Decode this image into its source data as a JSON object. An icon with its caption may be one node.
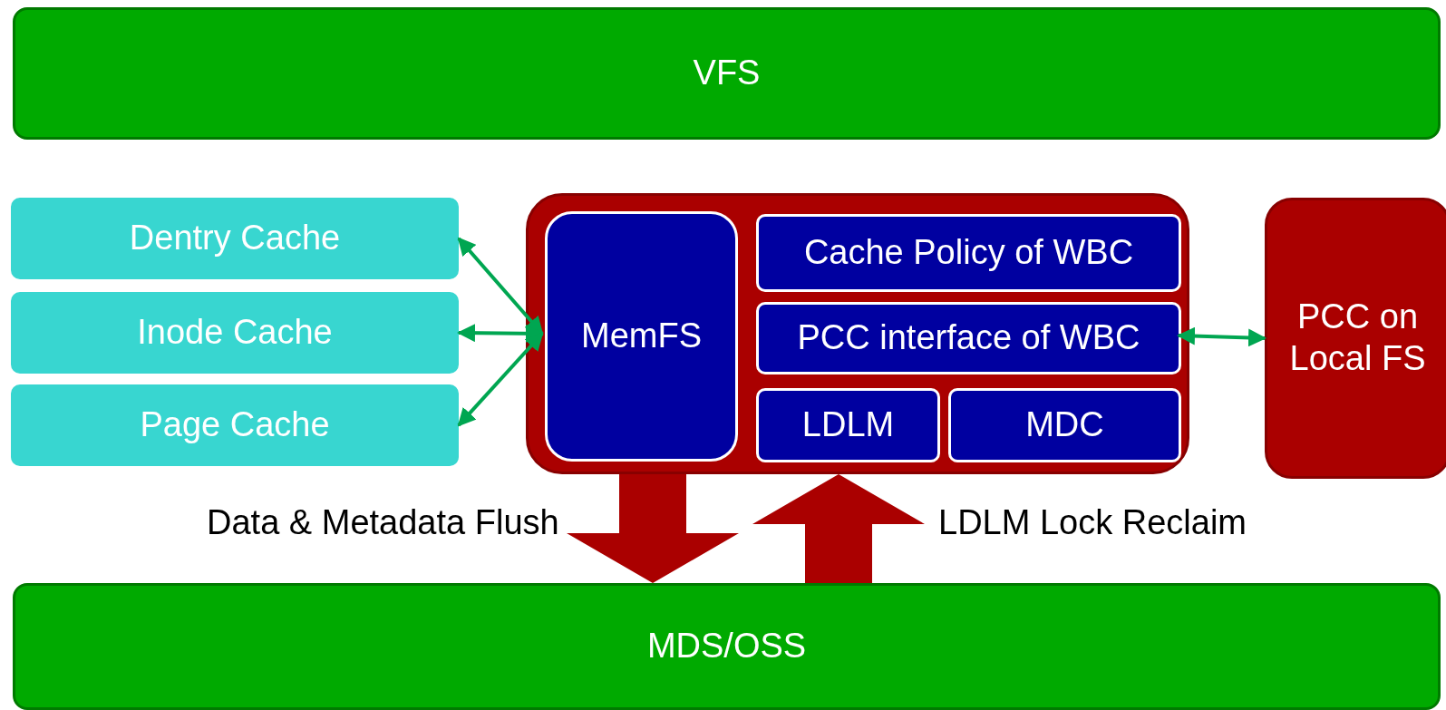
{
  "diagram": {
    "nodes": [
      {
        "text": [
          "VFS"
        ]
      },
      {
        "text": [
          "Dentry Cache"
        ]
      },
      {
        "text": [
          "Inode Cache"
        ]
      },
      {
        "text": [
          "Page Cache"
        ]
      },
      {
        "text": [],
        "shape": "box"
      },
      {
        "text": [
          "MemFS"
        ],
        "in": 4
      },
      {
        "text": [
          "Cache Policy of WBC"
        ],
        "in": 4
      },
      {
        "text": [
          "PCC interface of WBC"
        ],
        "in": 4
      },
      {
        "text": [
          "LDLM"
        ],
        "in": 4
      },
      {
        "text": [
          "MDC"
        ],
        "in": 4
      },
      {
        "text": [
          "PCC on Local FS"
        ]
      },
      {
        "text": [
          "MDS/OSS"
        ]
      }
    ],
    "edges": [
      {
        "from": 1,
        "to": 5,
        "arrow": "both"
      },
      {
        "from": 2,
        "to": 5,
        "arrow": "both"
      },
      {
        "from": 3,
        "to": 5,
        "arrow": "both"
      },
      {
        "from": 7,
        "to": 10,
        "arrow": "both"
      },
      {
        "from": 4,
        "to": 11,
        "arrow": "to",
        "label": "Data & Metadata Flush",
        "style": "thick",
        "color": "#aa0000"
      },
      {
        "from": 11,
        "to": 4,
        "arrow": "to",
        "label": "LDLM Lock Reclaim",
        "style": "thick",
        "color": "#aa0000"
      }
    ]
  }
}
